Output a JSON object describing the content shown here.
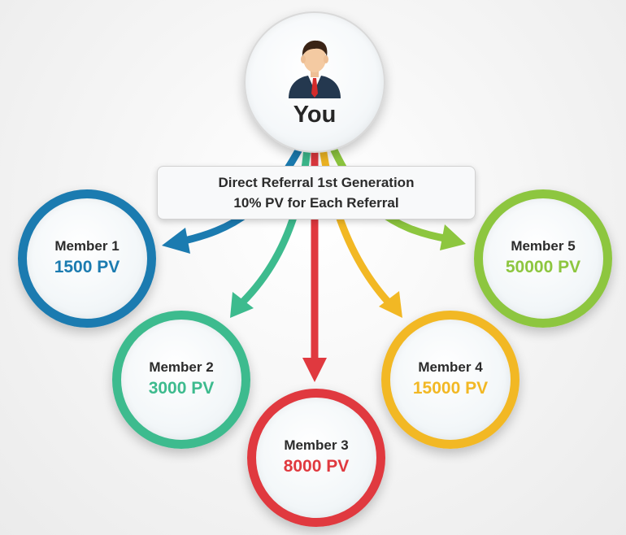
{
  "center": {
    "label": "You",
    "icon": "businessman-avatar-icon"
  },
  "callout": {
    "line1": "Direct Referral 1st Generation",
    "line2": "10% PV for Each Referral"
  },
  "members": [
    {
      "name": "Member 1",
      "pv": "1500 PV",
      "color": "#1b7bb0"
    },
    {
      "name": "Member 2",
      "pv": "3000 PV",
      "color": "#3dbb8e"
    },
    {
      "name": "Member 3",
      "pv": "8000 PV",
      "color": "#e0393f"
    },
    {
      "name": "Member 4",
      "pv": "15000 PV",
      "color": "#f2b824"
    },
    {
      "name": "Member 5",
      "pv": "50000 PV",
      "color": "#8dc63f"
    }
  ]
}
